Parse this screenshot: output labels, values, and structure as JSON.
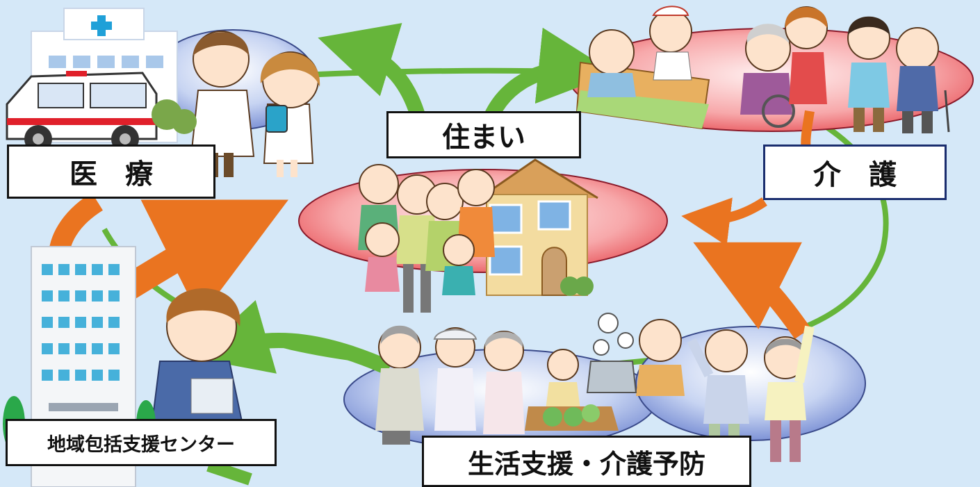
{
  "labels": {
    "medical": "医　療",
    "housing": "住まい",
    "care": "介　護",
    "center": "地域包括支援センター",
    "support": "生活支援・介護予防"
  },
  "colors": {
    "background": "#d5e8f8",
    "green_arrow": "#66b53a",
    "orange_arrow": "#ea7420",
    "care_border": "#1a2d6e"
  },
  "icons": [
    "hospital-icon",
    "ambulance-icon",
    "doctor-icon",
    "nurse-icon",
    "house-icon",
    "family-icon",
    "caregiver-scene-icon",
    "office-building-icon",
    "staff-woman-icon",
    "elderly-walkers-icon",
    "farmer-vegetables-icon",
    "computer-elder-icon",
    "exercise-elders-icon"
  ]
}
